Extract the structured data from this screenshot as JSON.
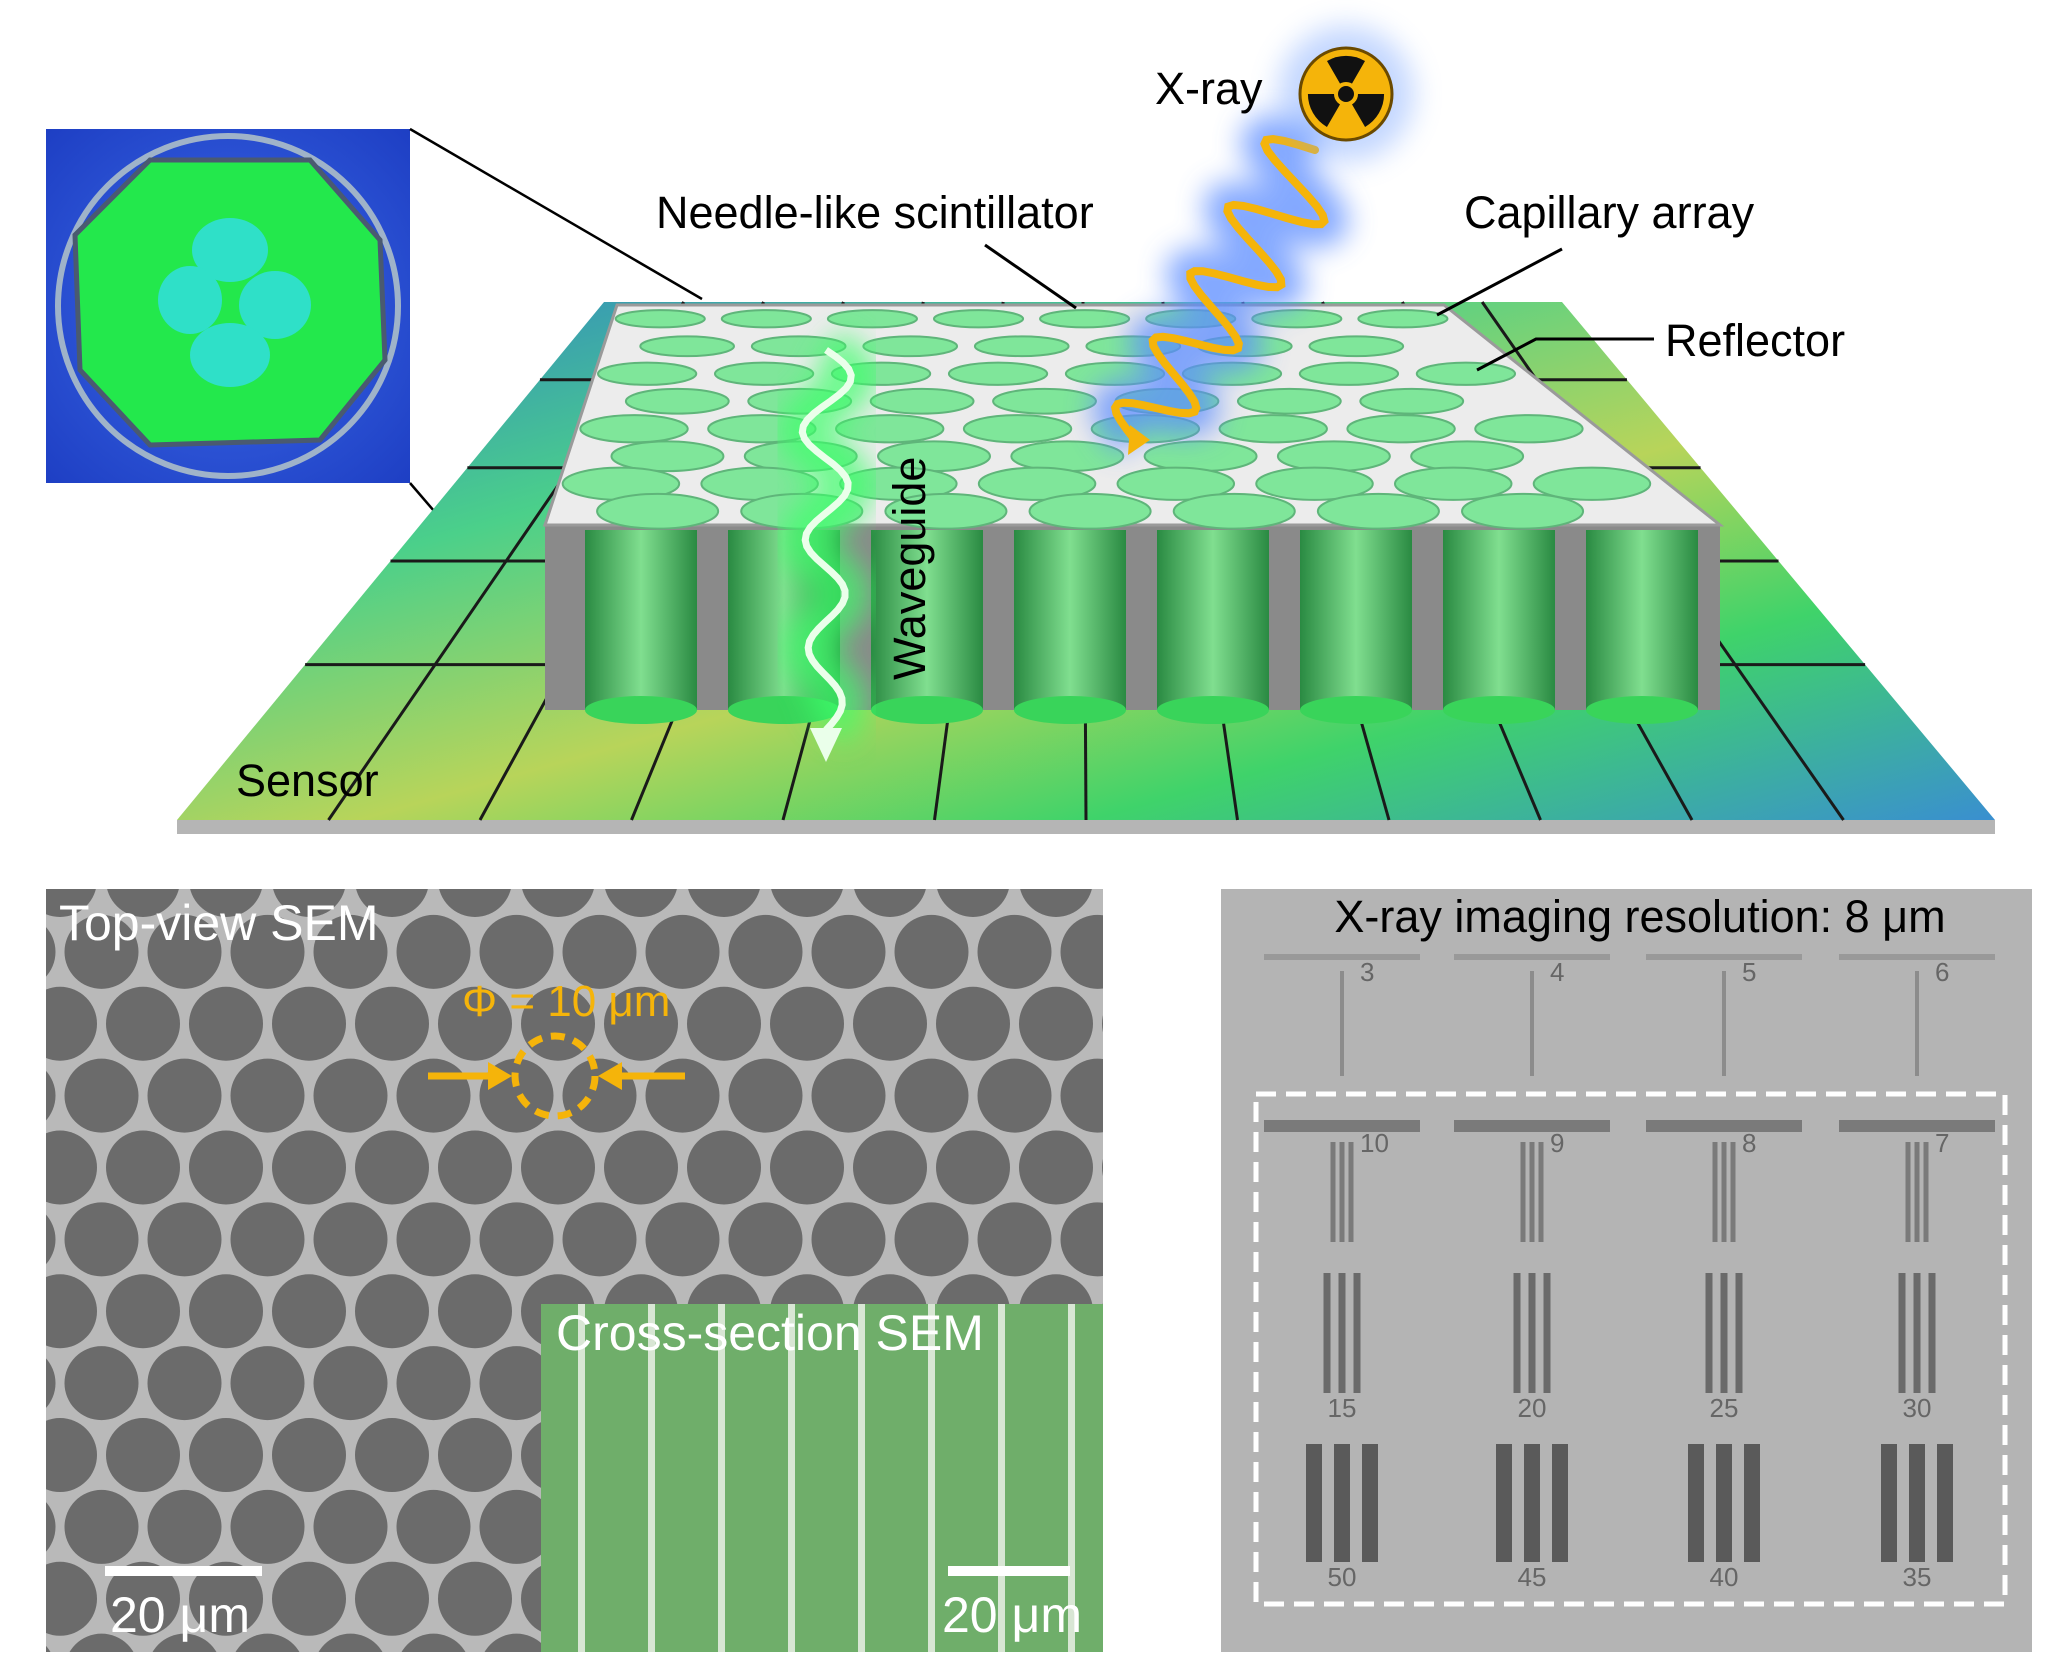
{
  "schematic": {
    "xray_label": "X-ray",
    "scintillator_label": "Needle-like scintillator",
    "capillary_label": "Capillary array",
    "reflector_label": "Reflector",
    "waveguide_label": "Waveguide",
    "sensor_label": "Sensor",
    "icons": [
      "radiation-icon",
      "xray-wave",
      "light-wave-arrow"
    ]
  },
  "sem_top": {
    "title": "Top-view SEM",
    "diameter_label": "Φ = 10 μm",
    "scale_label": "20 μm"
  },
  "sem_cross": {
    "title": "Cross-section SEM",
    "scale_label": "20 μm"
  },
  "resolution": {
    "title": "X-ray imaging resolution: 8 μm",
    "rows": [
      [
        "3",
        "4",
        "5",
        "6"
      ],
      [
        "10",
        "9",
        "8",
        "7"
      ],
      [
        "15",
        "20",
        "25",
        "30"
      ],
      [
        "50",
        "45",
        "40",
        "35"
      ]
    ]
  },
  "colors": {
    "xray": "#f5b40a",
    "scintillator_green": "#2fd14a",
    "inset_blue": "#2a52d8",
    "sem_gray": "#b9b9b9",
    "sem_hole": "#6b6b6b",
    "cross_green": "#6fae6a"
  }
}
